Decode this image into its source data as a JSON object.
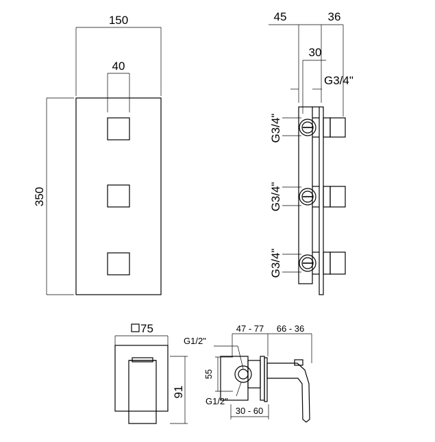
{
  "front_view": {
    "width_label": "150",
    "knob_width_label": "40",
    "height_label": "350"
  },
  "side_view": {
    "depth_a_label": "45",
    "depth_b_label": "36",
    "depth_c_label": "30",
    "top_thread_label": "G3/4\"",
    "port_labels": [
      "G3/4\"",
      "G3/4\"",
      "G3/4\""
    ]
  },
  "single_front": {
    "square_label": "75",
    "height_label": "91"
  },
  "single_side": {
    "range_a_label": "47 - 77",
    "range_b_label": "66 - 36",
    "top_thread_label": "G1/2\"",
    "bottom_thread_label": "G1/2\"",
    "height_label": "55",
    "bottom_range_label": "30 - 60"
  }
}
